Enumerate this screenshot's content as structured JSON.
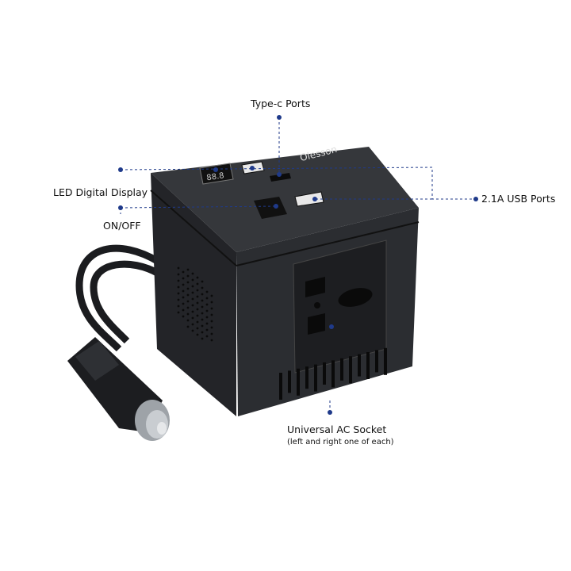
{
  "callouts": {
    "type_c": "Type-c Ports",
    "led": "LED Digital Display",
    "onoff": "ON/OFF",
    "usb": "2.1A USB Ports",
    "ac": "Universal AC Socket",
    "ac_note": "(left and right one of each)"
  },
  "product": {
    "brand_logo": "Olesson",
    "display_reading": "88.8"
  },
  "colors": {
    "callout_line": "#1f3a8a",
    "body": "#2a2c30"
  }
}
